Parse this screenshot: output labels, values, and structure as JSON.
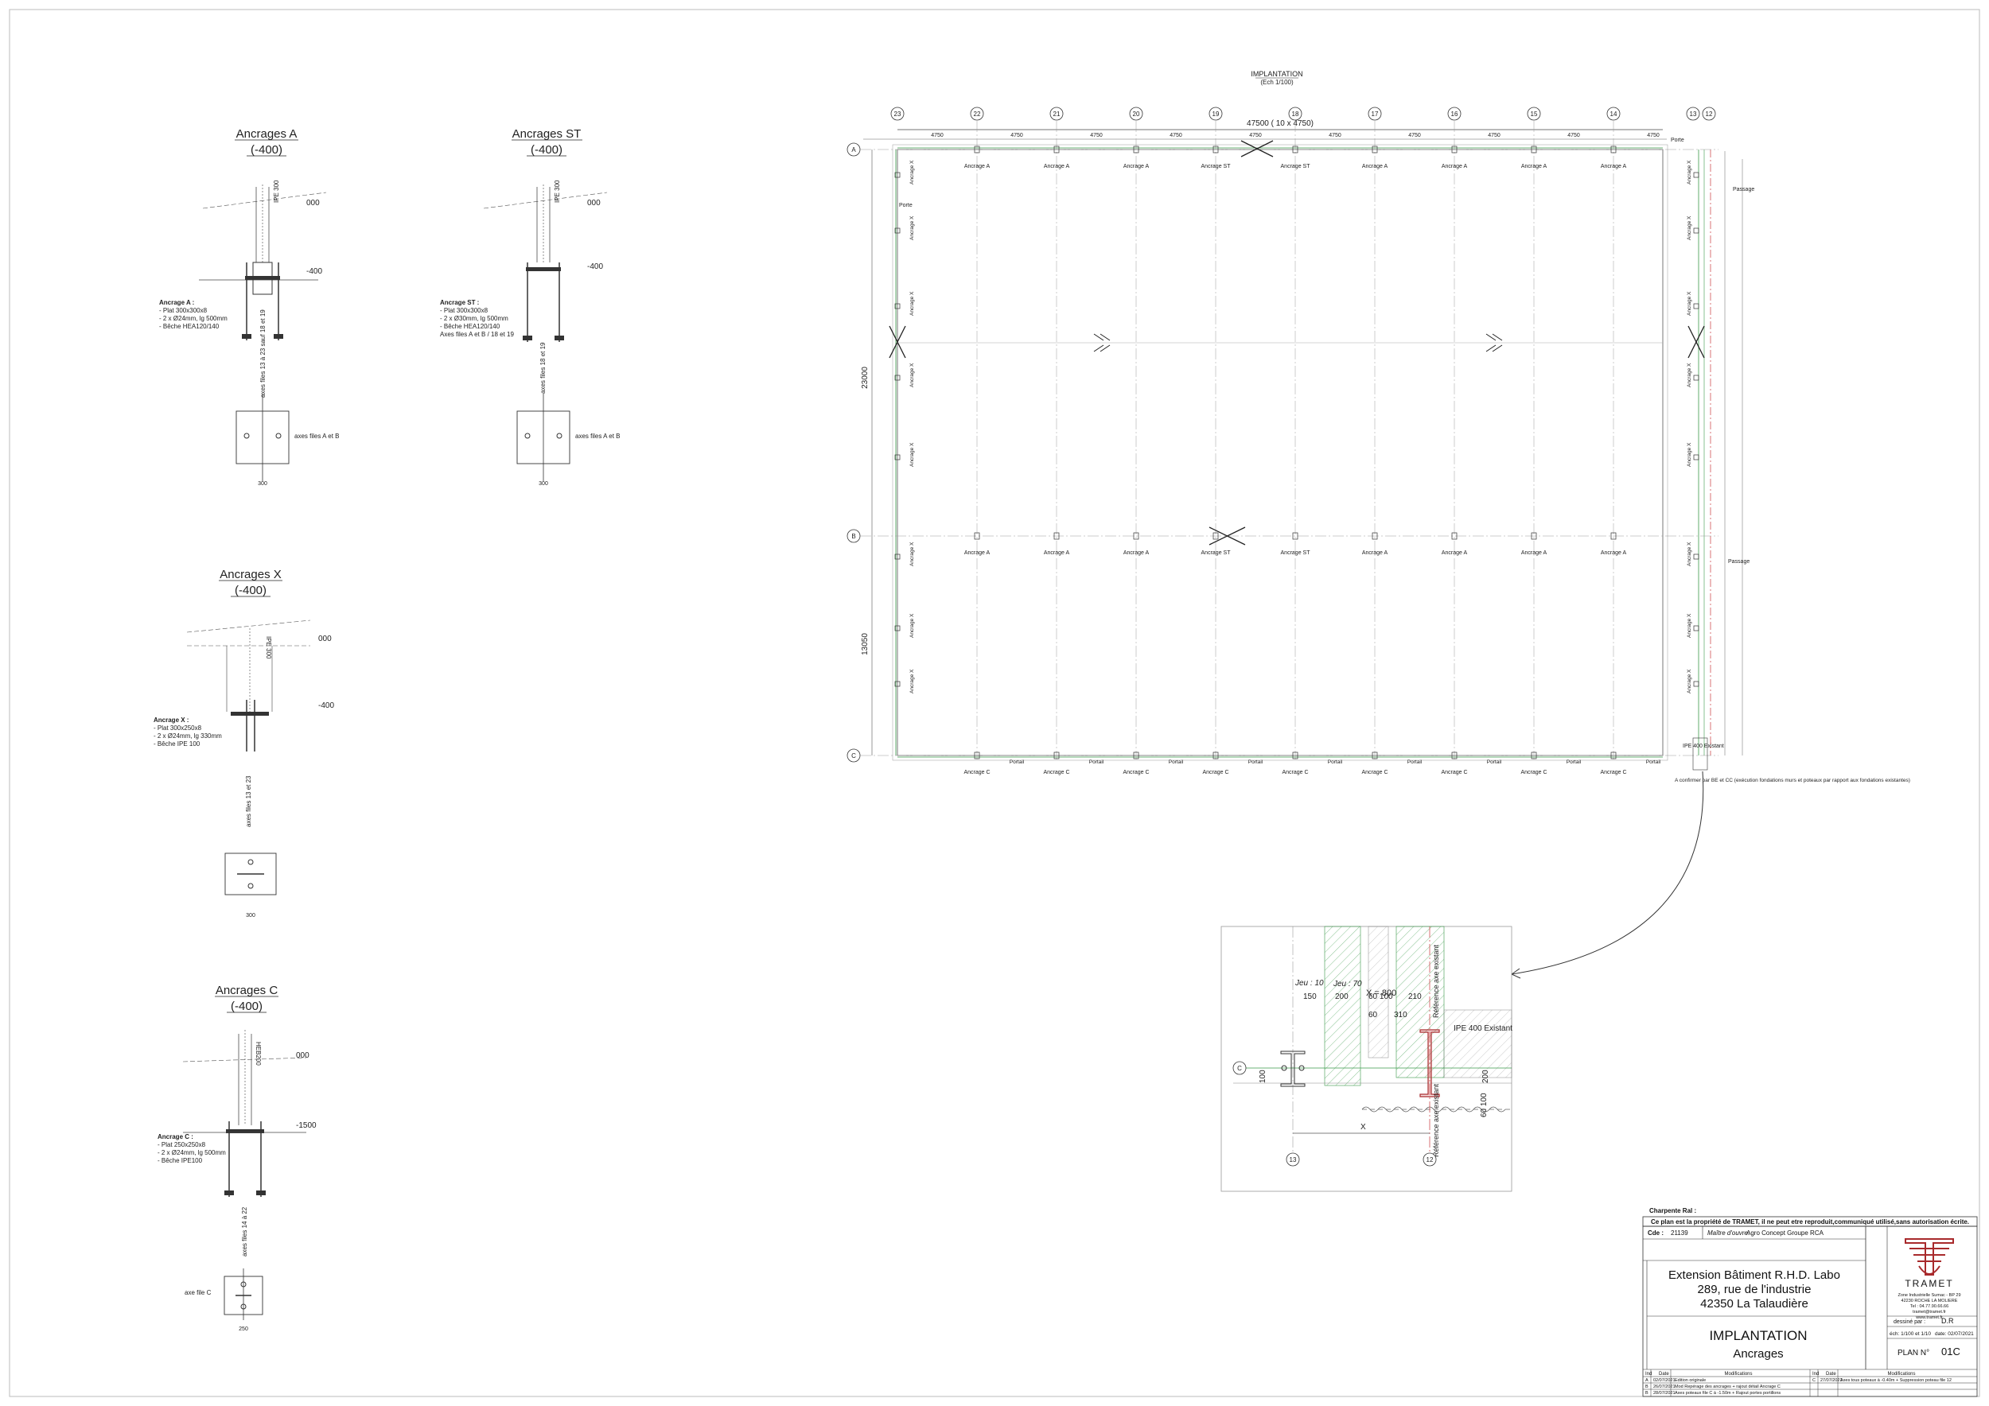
{
  "plan": {
    "title": "IMPLANTATION",
    "scale": "(Ech 1/100)",
    "overall_dim": "47500 ( 10 x 4750)",
    "bay_dim": "4750",
    "grid_numbers": [
      "23",
      "22",
      "21",
      "20",
      "19",
      "18",
      "17",
      "16",
      "15",
      "14",
      "13",
      "12"
    ],
    "grid_letters": [
      "A",
      "B",
      "C"
    ],
    "side_dims_left": [
      "23000",
      "13050"
    ],
    "anchor_labels": {
      "A": "Ancrage A",
      "ST": "Ancrage ST",
      "C": "Ancrage C",
      "X": "Ancrage X"
    },
    "labels": {
      "porte": "Porte",
      "portail": "Portail",
      "passage": "Passage",
      "ipe400": "IPE 400 Existant",
      "note": "A confirmer par BE et CC (exécution fondations murs et poteaux par rapport aux fondations existantes)"
    }
  },
  "details": {
    "A": {
      "title": "Ancrages A",
      "level": "(-400)",
      "lvl_top": "000",
      "lvl_plate": "-400",
      "profile": "IPE 300",
      "spec_title": "Ancrage A :",
      "spec": [
        "- Plat 300x300x8",
        "- 2 x Ø24mm, lg 500mm",
        "- Bêche HEA120/140"
      ],
      "axes_note": "axes files 13 à 23 sauf 18 et 19",
      "plan_note": "axes files A et B",
      "dim_plate": "300"
    },
    "ST": {
      "title": "Ancrages ST",
      "level": "(-400)",
      "lvl_top": "000",
      "lvl_plate": "-400",
      "profile": "IPE 300",
      "spec_title": "Ancrage ST :",
      "spec": [
        "- Plat 300x300x8",
        "- 2 x Ø30mm, lg 500mm",
        "- Bêche HEA120/140",
        "Axes files A et B / 18 et 19"
      ],
      "axes_note": "axes files 18 et 19",
      "plan_note": "axes files A et B",
      "dim_plate": "300"
    },
    "X": {
      "title": "Ancrages X",
      "level": "(-400)",
      "lvl_top": "000",
      "lvl_plate": "-400",
      "profile": "IPE 300",
      "spec_title": "Ancrage X :",
      "spec": [
        "- Plat 300x250x8",
        "- 2 x Ø24mm, lg 330mm",
        "- Bêche IPE 100"
      ],
      "axes_note": "axes files 13 et 23",
      "dim_plate": "300"
    },
    "C": {
      "title": "Ancrages C",
      "level": "(-400)",
      "lvl_top": "000",
      "lvl_plate": "-1500",
      "profile": "HEB200",
      "spec_title": "Ancrage C :",
      "spec": [
        "- Plat 250x250x8",
        "- 2 x Ø24mm, lg 500mm",
        "- Bêche IPE100"
      ],
      "axes_note": "axes files 14 à 22",
      "plan_note": "axe file C",
      "dim_plate": "250"
    }
  },
  "zoom": {
    "x_dim": "X = 800",
    "jeu10": "Jeu : 10",
    "jeu70": "Jeu : 70",
    "d150": "150",
    "d200": "200",
    "d60_100": "60 100",
    "d210": "210",
    "d60": "60",
    "d310": "310",
    "d100": "100",
    "d200v": "200",
    "d60_100v": "60 100",
    "ipe": "IPE 400 Existant",
    "ref1": "Référence axe existant",
    "ref2": "Référence axe existant",
    "axis_c": "C",
    "axis13": "13",
    "axis12": "12",
    "x_label": "X"
  },
  "titleblock": {
    "charpente": "Charpente Ral :",
    "rights": "Ce plan est la propriété de TRAMET, il ne peut etre reproduit,communiqué utilisé,sans autorisation écrite.",
    "cde_label": "Cde :",
    "cde": "21139",
    "moa_label": "Maître d'ouvre:",
    "moa": "Agro Concept Groupe RCA",
    "project1": "Extension Bâtiment R.H.D. Labo",
    "project2": "289, rue de l'industrie",
    "project3": "42350 La Talaudière",
    "drawing1": "IMPLANTATION",
    "drawing2": "Ancrages",
    "brand": "TRAMET",
    "address": [
      "Zone Industrielle Sumac - BP 29",
      "42230 ROCHE LA MOLIERE",
      "Tel : 04.77.90.66.66",
      "tramet@tramet.fr",
      "www.tramet.fr"
    ],
    "dessine_label": "dessiné par :",
    "dessine": "D.R",
    "ech_label": "éch: 1/100 et 1/10",
    "date_label": "date: 02/07/2021",
    "plan_label": "PLAN N°",
    "plan_no": "01C",
    "rev_headers": [
      "Ind",
      "Date",
      "Modifications",
      "Ind",
      "Date",
      "Modifications"
    ],
    "revisions": [
      [
        "A",
        "02/07/2021",
        "Edition originale",
        "C",
        "27/07/2021",
        "Axes tous poteaux à -0.40m + Suppression poteau file 12"
      ],
      [
        "B",
        "26/07/2021",
        "Mod Repérage des ancrages + rajout détail Ancrage C",
        "",
        "",
        ""
      ],
      [
        "B",
        "28/07/2021",
        "Axes poteaux file C à -1.50m + Rajout portes portillons",
        "",
        "",
        ""
      ]
    ]
  }
}
